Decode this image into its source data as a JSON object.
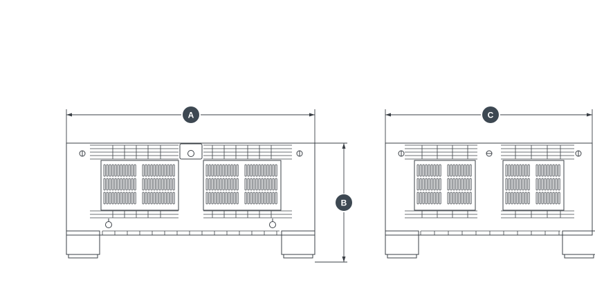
{
  "dimensions": [
    {
      "id": "A",
      "label": "A"
    },
    {
      "id": "B",
      "label": "B"
    },
    {
      "id": "C",
      "label": "C"
    }
  ],
  "colors": {
    "line": "#3a3f45",
    "badge": "#3d4852",
    "badge_text": "#ffffff"
  }
}
